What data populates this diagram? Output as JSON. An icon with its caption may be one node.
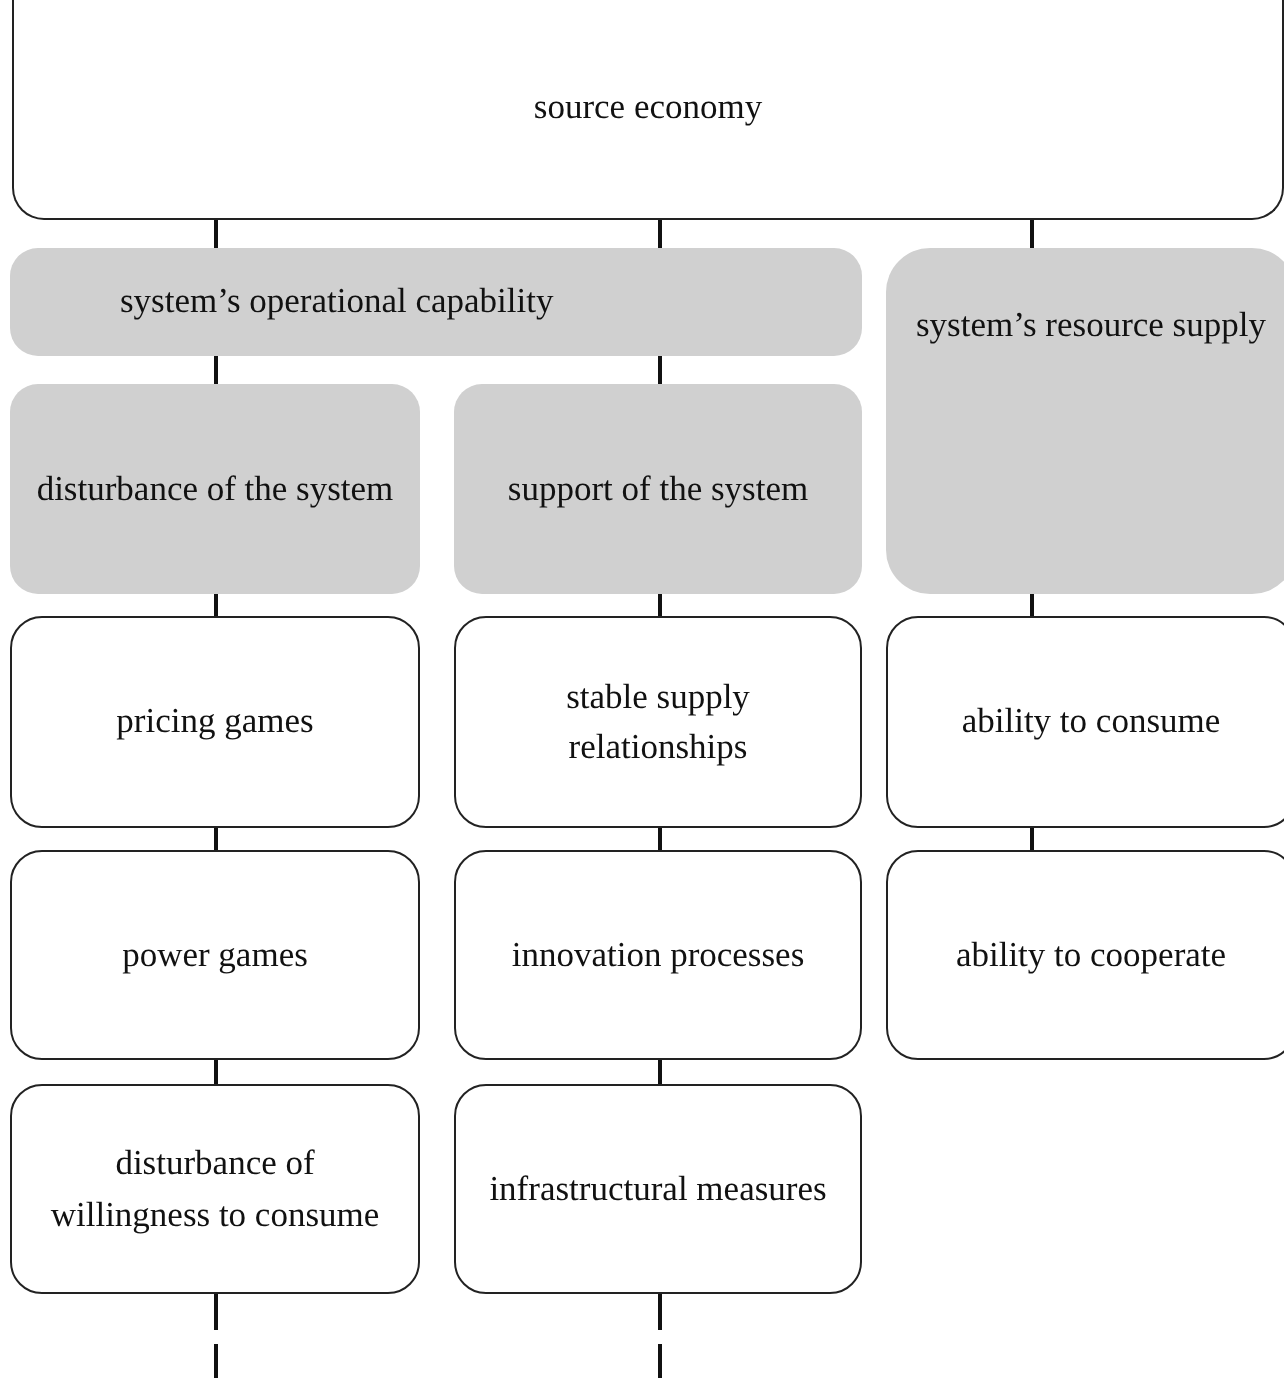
{
  "diagram": {
    "nodes": [
      {
        "text": [
          "source economy"
        ]
      },
      {
        "text": [
          "system’s operational capability"
        ]
      },
      {
        "text": [
          "system’s resource supply"
        ]
      },
      {
        "text": [
          "disturbance of the system"
        ]
      },
      {
        "text": [
          "support of the system"
        ]
      },
      {
        "text": [
          "pricing games"
        ]
      },
      {
        "text": [
          "stable supply relationships"
        ]
      },
      {
        "text": [
          "ability to consume"
        ]
      },
      {
        "text": [
          "power games"
        ]
      },
      {
        "text": [
          "innovation processes"
        ]
      },
      {
        "text": [
          "ability to cooperate"
        ]
      },
      {
        "text": [
          "disturbance of willingness to consume"
        ]
      },
      {
        "text": [
          "infrastructural measures"
        ]
      }
    ],
    "edges": [
      {
        "from": 0,
        "to": 1,
        "arrow": "none"
      },
      {
        "from": 0,
        "to": 1,
        "arrow": "none"
      },
      {
        "from": 0,
        "to": 2,
        "arrow": "none"
      },
      {
        "from": 1,
        "to": 3,
        "arrow": "none"
      },
      {
        "from": 1,
        "to": 4,
        "arrow": "none"
      },
      {
        "from": 3,
        "to": 5,
        "arrow": "none"
      },
      {
        "from": 4,
        "to": 6,
        "arrow": "none"
      },
      {
        "from": 2,
        "to": 7,
        "arrow": "none"
      },
      {
        "from": 5,
        "to": 8,
        "arrow": "none"
      },
      {
        "from": 6,
        "to": 9,
        "arrow": "none"
      },
      {
        "from": 7,
        "to": 10,
        "arrow": "none"
      },
      {
        "from": 8,
        "to": 11,
        "arrow": "none"
      },
      {
        "from": 9,
        "to": 12,
        "arrow": "none"
      },
      {
        "from": 11,
        "to": null,
        "arrow": "none",
        "style": "dashed"
      },
      {
        "from": 12,
        "to": null,
        "arrow": "none",
        "style": "dashed"
      }
    ]
  }
}
